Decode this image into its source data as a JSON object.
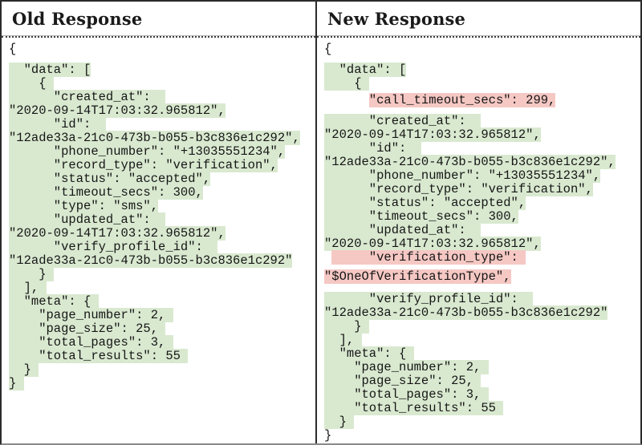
{
  "colors": {
    "highlight_green": "#d9e9d0",
    "highlight_pink": "#f5c8c4",
    "border": "#2b2b2b"
  },
  "table": {
    "columns": [
      {
        "id": "old",
        "header": "Old Response",
        "lines": [
          {
            "pre": "",
            "t": "{",
            "h": "none"
          },
          {
            "gap": 9
          },
          {
            "pre": "",
            "t": "  \"data\": [",
            "h": "green"
          },
          {
            "pre": "",
            "t": "    { ",
            "h": "green"
          },
          {
            "pre": "",
            "t": "      \"created_at\":  ",
            "h": "green"
          },
          {
            "pre": "",
            "t": "\"2020-09-14T17:03:32.965812\",",
            "h": "green"
          },
          {
            "pre": "",
            "t": "      \"id\":  ",
            "h": "green"
          },
          {
            "pre": "",
            "t": "\"12ade33a-21c0-473b-b055-b3c836e1c292\",",
            "h": "green"
          },
          {
            "pre": "",
            "t": "      \"phone_number\": \"+13035551234\",",
            "h": "green"
          },
          {
            "pre": "",
            "t": "      \"record_type\": \"verification\",",
            "h": "green"
          },
          {
            "pre": "",
            "t": "      \"status\": \"accepted\",",
            "h": "green"
          },
          {
            "pre": "",
            "t": "      \"timeout_secs\": 300,",
            "h": "green"
          },
          {
            "pre": "",
            "t": "      \"type\": \"sms\",",
            "h": "green"
          },
          {
            "pre": "",
            "t": "      \"updated_at\":  ",
            "h": "green"
          },
          {
            "pre": "",
            "t": "\"2020-09-14T17:03:32.965812\",",
            "h": "green"
          },
          {
            "pre": "",
            "t": "      \"verify_profile_id\":  ",
            "h": "green"
          },
          {
            "pre": "",
            "t": "\"12ade33a-21c0-473b-b055-b3c836e1c292\"",
            "h": "green"
          },
          {
            "pre": "",
            "t": "    } ",
            "h": "green"
          },
          {
            "pre": "",
            "t": "  ], ",
            "h": "green"
          },
          {
            "pre": "",
            "t": "  \"meta\": { ",
            "h": "green"
          },
          {
            "pre": "",
            "t": "    \"page_number\": 2, ",
            "h": "green"
          },
          {
            "pre": "",
            "t": "    \"page_size\": 25, ",
            "h": "green"
          },
          {
            "pre": "",
            "t": "    \"total_pages\": 3, ",
            "h": "green"
          },
          {
            "pre": "",
            "t": "    \"total_results\": 55 ",
            "h": "green"
          },
          {
            "pre": "",
            "t": "  } ",
            "h": "green"
          },
          {
            "pre": "",
            "t": "} ",
            "h": "green"
          }
        ]
      },
      {
        "id": "new",
        "header": "New Response",
        "lines": [
          {
            "pre": "",
            "t": "{",
            "h": "none"
          },
          {
            "gap": 9
          },
          {
            "pre": "",
            "t": "  \"data\": [",
            "h": "green"
          },
          {
            "pre": "",
            "t": "    { ",
            "h": "green"
          },
          {
            "gap": 4
          },
          {
            "pre": "      ",
            "t": "\"call_timeout_secs\": 299,",
            "h": "pink"
          },
          {
            "gap": 9
          },
          {
            "pre": "",
            "t": "      \"created_at\":  ",
            "h": "green"
          },
          {
            "pre": "",
            "t": "\"2020-09-14T17:03:32.965812\",",
            "h": "green"
          },
          {
            "pre": "",
            "t": "      \"id\":  ",
            "h": "green"
          },
          {
            "pre": "",
            "t": "\"12ade33a-21c0-473b-b055-b3c836e1c292\",",
            "h": "green"
          },
          {
            "pre": "",
            "t": "      \"phone_number\": \"+13035551234\",",
            "h": "green"
          },
          {
            "pre": "",
            "t": "      \"record_type\": \"verification\",",
            "h": "green"
          },
          {
            "pre": "",
            "t": "      \"status\": \"accepted\",",
            "h": "green"
          },
          {
            "pre": "",
            "t": "      \"timeout_secs\": 300,",
            "h": "green"
          },
          {
            "pre": "",
            "t": "      \"updated_at\":  ",
            "h": "green"
          },
          {
            "pre": "",
            "t": "\"2020-09-14T17:03:32.965812\",",
            "h": "green"
          },
          {
            "pre": " ",
            "t": "     \"verification_type\": ",
            "h": "pink"
          },
          {
            "gap": 7
          },
          {
            "pre": "",
            "t": "\"$OneOfVerificationType\",",
            "h": "pink"
          },
          {
            "gap": 11
          },
          {
            "pre": "",
            "t": "      \"verify_profile_id\":  ",
            "h": "green"
          },
          {
            "pre": "",
            "t": "\"12ade33a-21c0-473b-b055-b3c836e1c292\"",
            "h": "green"
          },
          {
            "pre": "",
            "t": "    } ",
            "h": "green"
          },
          {
            "pre": "",
            "t": "  ], ",
            "h": "green"
          },
          {
            "pre": "",
            "t": "  \"meta\": { ",
            "h": "green"
          },
          {
            "pre": "",
            "t": "    \"page_number\": 2, ",
            "h": "green"
          },
          {
            "pre": "",
            "t": "    \"page_size\": 25, ",
            "h": "green"
          },
          {
            "pre": "",
            "t": "    \"total_pages\": 3, ",
            "h": "green"
          },
          {
            "pre": "",
            "t": "    \"total_results\": 55 ",
            "h": "green"
          },
          {
            "pre": "",
            "t": "  } ",
            "h": "green"
          },
          {
            "pre": "",
            "t": "}",
            "h": "none"
          }
        ]
      }
    ]
  }
}
